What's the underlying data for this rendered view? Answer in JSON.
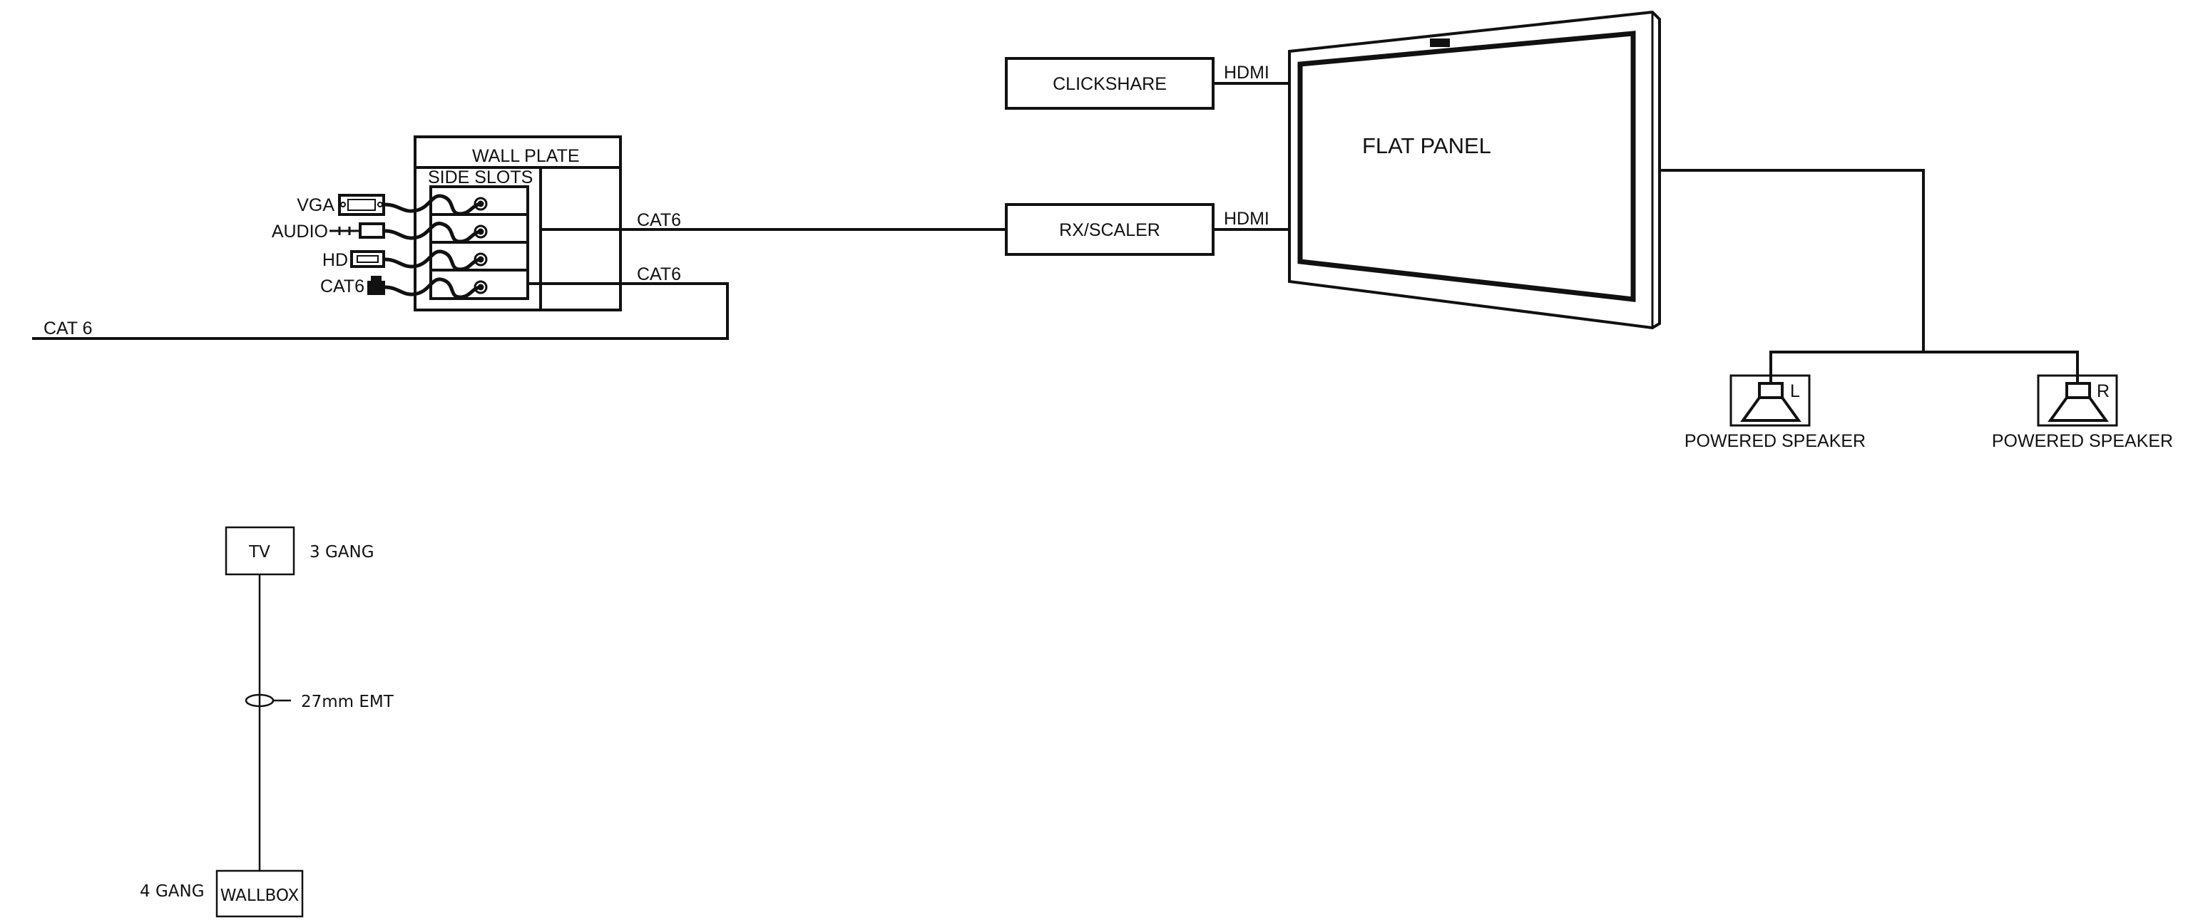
{
  "wall_plate": {
    "title": "WALL PLATE",
    "side_slots": "SIDE SLOTS",
    "inputs": [
      "VGA",
      "AUDIO",
      "HD",
      "CAT6"
    ]
  },
  "cables": {
    "cat6_to_rx": "CAT6",
    "cat6_lower": "CAT6",
    "cat6_run": "CAT 6",
    "hdmi_clickshare": "HDMI",
    "hdmi_rx": "HDMI"
  },
  "devices": {
    "clickshare": "CLICKSHARE",
    "rx_scaler": "RX/SCALER",
    "flat_panel": "FLAT PANEL"
  },
  "speakers": {
    "left": {
      "tag": "L",
      "label": "POWERED SPEAKER"
    },
    "right": {
      "tag": "R",
      "label": "POWERED SPEAKER"
    }
  },
  "riser": {
    "tv_box": "TV",
    "tv_gang": "3  GANG",
    "conduit": "27mm  EMT",
    "wallbox": "WALLBOX",
    "wallbox_gang": "4  GANG"
  }
}
